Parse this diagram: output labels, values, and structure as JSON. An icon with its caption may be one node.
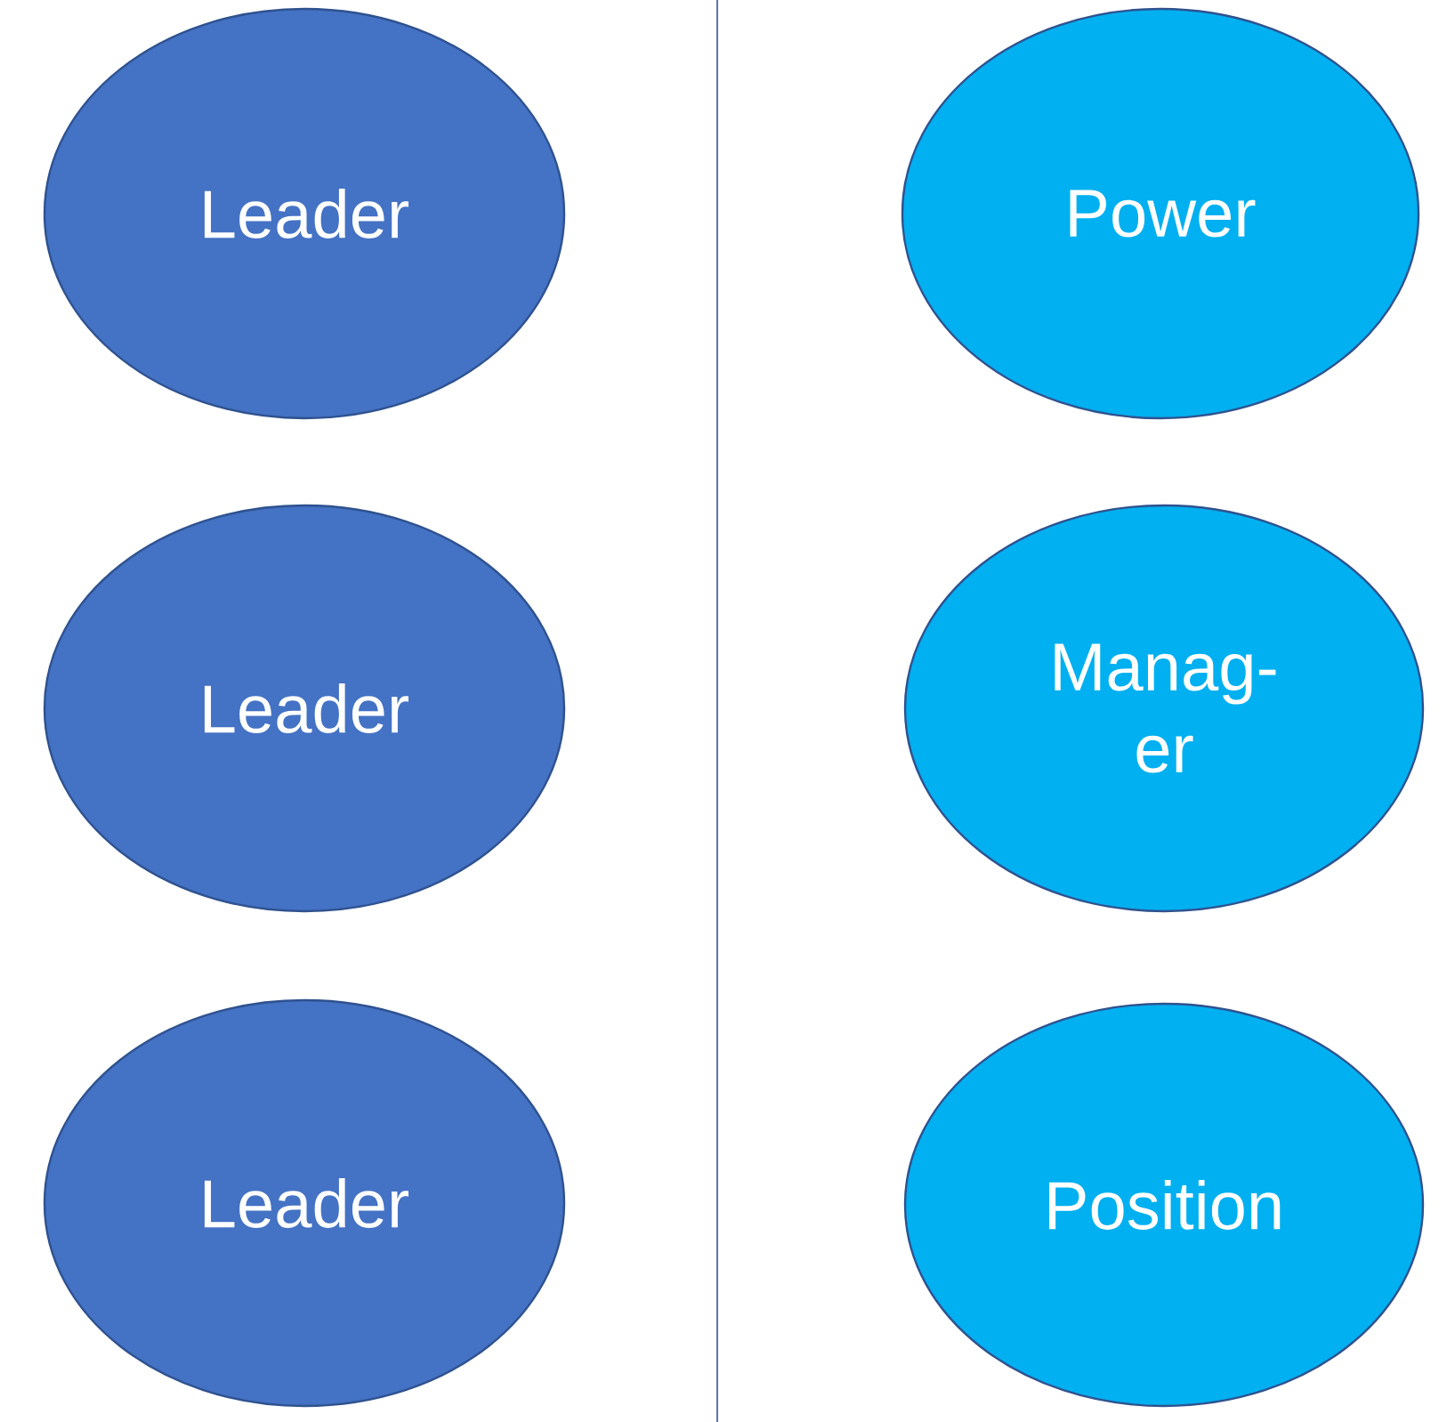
{
  "diagram": {
    "nodes": [
      {
        "text": [
          "Leader"
        ]
      },
      {
        "text": [
          "Power"
        ]
      },
      {
        "text": [
          "Leader"
        ]
      },
      {
        "text": [
          "Manag-er"
        ]
      },
      {
        "text": [
          "Leader"
        ]
      },
      {
        "text": [
          "Position"
        ]
      }
    ]
  }
}
